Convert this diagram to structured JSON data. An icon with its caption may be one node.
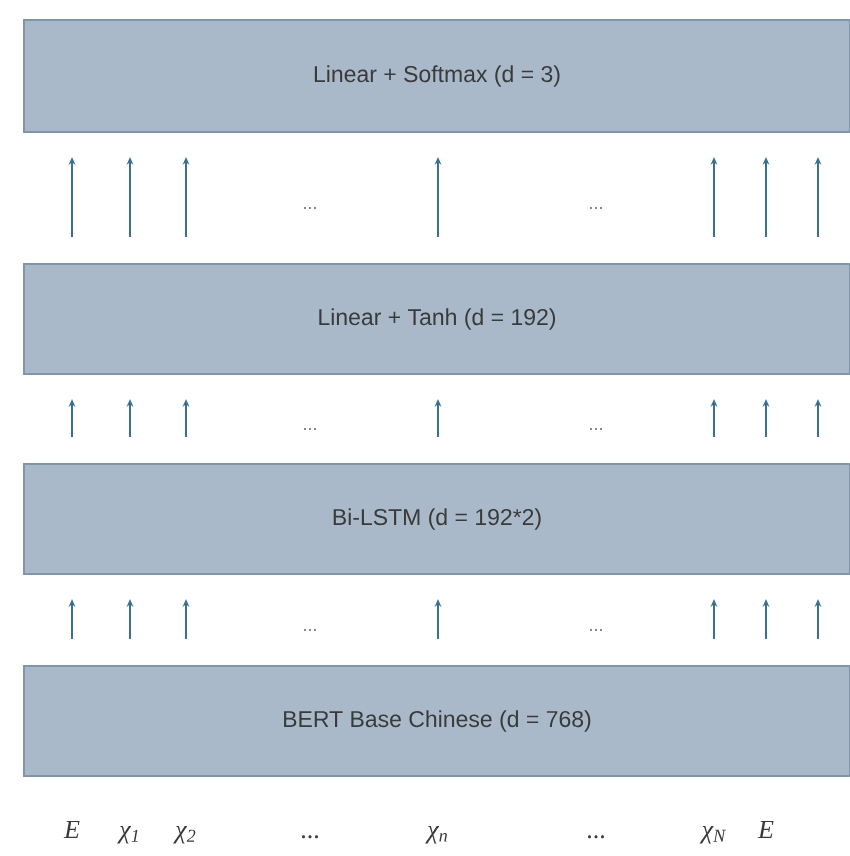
{
  "diagram": {
    "nodes": [
      {
        "text": [
          "Linear + Softmax (d = 3)"
        ]
      },
      {
        "text": [
          "Linear + Tanh (d = 192)"
        ]
      },
      {
        "text": [
          "Bi-LSTM (d = 192*2)"
        ]
      },
      {
        "text": [
          "BERT Base Chinese (d = 768)"
        ]
      }
    ],
    "edges": [
      {
        "from": 1,
        "to": 0,
        "arrow": "to"
      },
      {
        "from": 1,
        "to": 0,
        "arrow": "to"
      },
      {
        "from": 1,
        "to": 0,
        "arrow": "to"
      },
      {
        "from": 1,
        "to": 0,
        "arrow": "to"
      },
      {
        "from": 1,
        "to": 0,
        "arrow": "to"
      },
      {
        "from": 1,
        "to": 0,
        "arrow": "to"
      },
      {
        "from": 1,
        "to": 0,
        "arrow": "to"
      },
      {
        "from": 2,
        "to": 1,
        "arrow": "to"
      },
      {
        "from": 2,
        "to": 1,
        "arrow": "to"
      },
      {
        "from": 2,
        "to": 1,
        "arrow": "to"
      },
      {
        "from": 2,
        "to": 1,
        "arrow": "to"
      },
      {
        "from": 2,
        "to": 1,
        "arrow": "to"
      },
      {
        "from": 2,
        "to": 1,
        "arrow": "to"
      },
      {
        "from": 2,
        "to": 1,
        "arrow": "to"
      },
      {
        "from": 3,
        "to": 2,
        "arrow": "to"
      },
      {
        "from": 3,
        "to": 2,
        "arrow": "to"
      },
      {
        "from": 3,
        "to": 2,
        "arrow": "to"
      },
      {
        "from": 3,
        "to": 2,
        "arrow": "to"
      },
      {
        "from": 3,
        "to": 2,
        "arrow": "to"
      },
      {
        "from": 3,
        "to": 2,
        "arrow": "to"
      },
      {
        "from": 3,
        "to": 2,
        "arrow": "to"
      }
    ],
    "labels": [
      "...",
      "...",
      "...",
      "...",
      "...",
      "...",
      "E",
      "χ$_{1}$",
      "χ$_{2}$",
      "...",
      "χ$_{n}$",
      "...",
      "χ$_{N}$",
      "E"
    ]
  }
}
